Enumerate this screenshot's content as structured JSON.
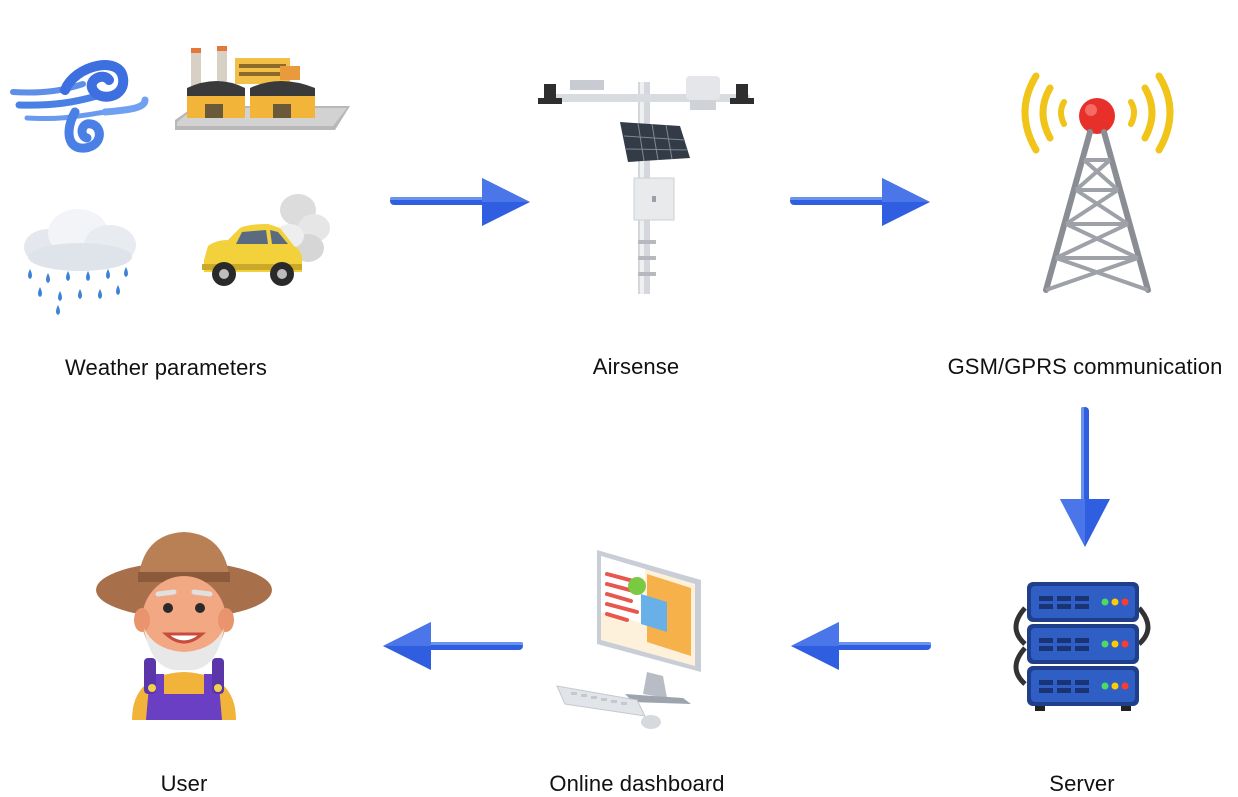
{
  "nodes": {
    "weather": {
      "label": "Weather parameters",
      "icons": [
        "wind-icon",
        "factory-icon",
        "rain-cloud-icon",
        "polluting-car-icon"
      ]
    },
    "airsense": {
      "label": "Airsense",
      "icon": "weather-station-icon"
    },
    "gsm": {
      "label": "GSM/GPRS communication",
      "icon": "cell-tower-icon"
    },
    "server": {
      "label": "Server",
      "icon": "server-rack-icon"
    },
    "dashboard": {
      "label": "Online dashboard",
      "icon": "computer-dashboard-icon"
    },
    "user": {
      "label": "User",
      "icon": "farmer-avatar-icon"
    }
  },
  "flow": [
    [
      "weather",
      "airsense"
    ],
    [
      "airsense",
      "gsm"
    ],
    [
      "gsm",
      "server"
    ],
    [
      "server",
      "dashboard"
    ],
    [
      "dashboard",
      "user"
    ]
  ],
  "colors": {
    "arrow": "#2f5fe0",
    "arrow_dark": "#1f44c4",
    "text": "#111111"
  }
}
